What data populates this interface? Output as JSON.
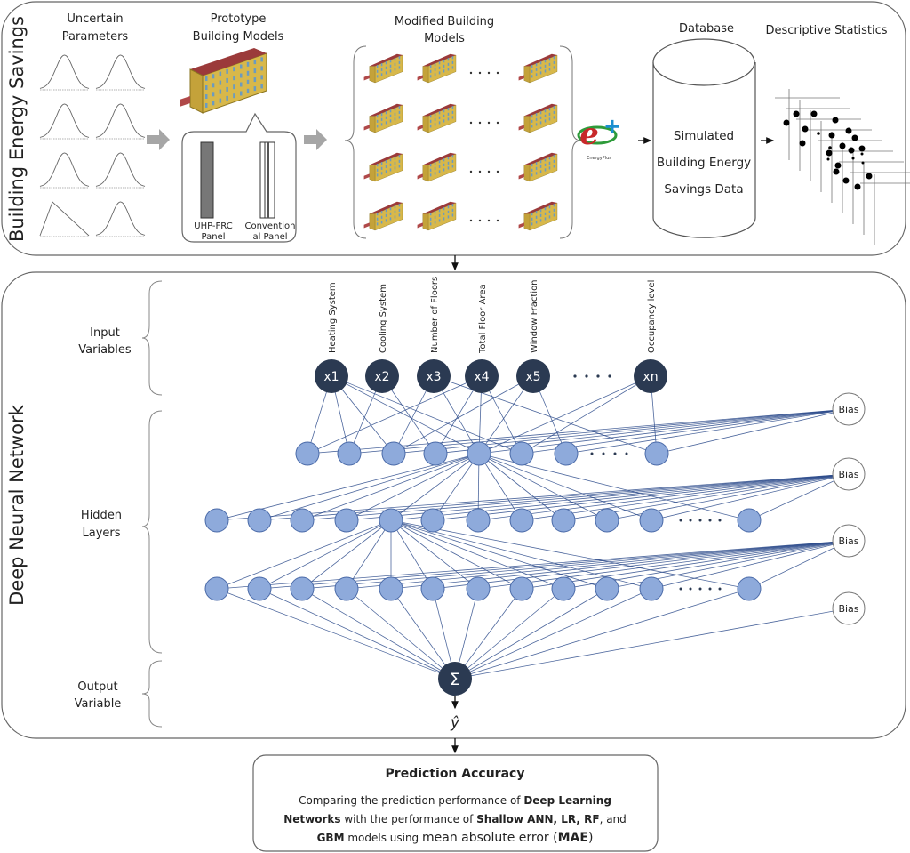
{
  "top_panel": {
    "title": "Building Energy Savings",
    "uncertain_parameters": [
      "Uncertain",
      "Parameters"
    ],
    "prototype_models": [
      "Prototype",
      "Building Models"
    ],
    "panel_uhp": [
      "UHP-FRC",
      "Panel"
    ],
    "panel_conventional": [
      "Convention",
      "al Panel"
    ],
    "modified_models": [
      "Modified Building",
      "Models"
    ],
    "energyplus_logo": "EnergyPlus",
    "database_label": "Database",
    "database_text": [
      "Simulated",
      "Building Energy",
      "Savings Data"
    ],
    "statistics_label": "Descriptive Statistics",
    "colors": {
      "roof": "#9b3a3a",
      "wall": "#d8b84a",
      "logo_red": "#c8282a",
      "logo_green": "#2e9b3a",
      "logo_blue": "#1b8fd0"
    }
  },
  "dnn_panel": {
    "title": "Deep Neural Network",
    "input_label": [
      "Input",
      "Variables"
    ],
    "hidden_label": [
      "Hidden",
      "Layers"
    ],
    "output_label": [
      "Output",
      "Variable"
    ],
    "input_variables": [
      "Heating System",
      "Cooling System",
      "Number of Floors",
      "Total Floor Area",
      "Window Fraction",
      "Occupancy level"
    ],
    "input_nodes": [
      "x1",
      "x2",
      "x3",
      "x4",
      "x5",
      "xn"
    ],
    "bias_label": "Bias",
    "output_symbol": "Σ",
    "output_variable": "ŷ",
    "colors": {
      "input_node": "#2b3a52",
      "hidden_node": "#8eaadb",
      "connection": "#2e4c8c"
    }
  },
  "result_box": {
    "title": "Prediction Accuracy",
    "line1": [
      {
        "text": "Comparing the prediction performance of ",
        "bold": false
      },
      {
        "text": "Deep Learning",
        "bold": true
      }
    ],
    "line2": [
      {
        "text": "Networks",
        "bold": true
      },
      {
        "text": " with the performance of ",
        "bold": false
      },
      {
        "text": "Shallow ANN, LR, RF",
        "bold": true
      },
      {
        "text": ", and",
        "bold": false
      }
    ],
    "line3": [
      {
        "text": "GBM",
        "bold": true
      },
      {
        "text": " models using ",
        "bold": false
      },
      {
        "text": "mean absolute error (",
        "bold": false
      },
      {
        "text": "MAE",
        "bold": true
      },
      {
        "text": ")",
        "bold": false
      }
    ]
  }
}
